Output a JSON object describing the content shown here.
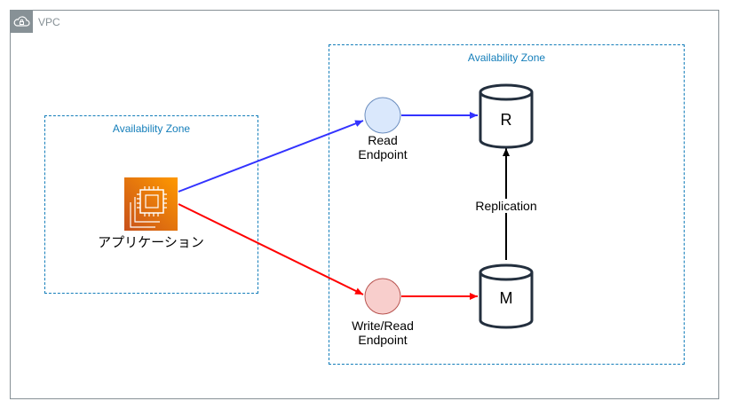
{
  "vpc": {
    "label": "VPC",
    "icon": "cloud-lock-icon",
    "border_color": "#879196"
  },
  "zones": {
    "left": {
      "label": "Availability Zone"
    },
    "right": {
      "label": "Availability Zone"
    },
    "border_color": "#147eba"
  },
  "app": {
    "label": "アプリケーション",
    "icon": "ec2-instance-icon",
    "color": "#f58534"
  },
  "endpoints": {
    "read": {
      "label_line1": "Read",
      "label_line2": "Endpoint",
      "fill": "#dae8fc",
      "stroke": "#6c8ebf"
    },
    "write": {
      "label_line1": "Write/Read",
      "label_line2": "Endpoint",
      "fill": "#f8cecc",
      "stroke": "#b85450"
    }
  },
  "databases": {
    "replica": {
      "label": "R"
    },
    "master": {
      "label": "M"
    }
  },
  "edges": {
    "read_color": "#3333ff",
    "write_color": "#ff0000",
    "replication_label": "Replication",
    "replication_color": "#000000"
  }
}
